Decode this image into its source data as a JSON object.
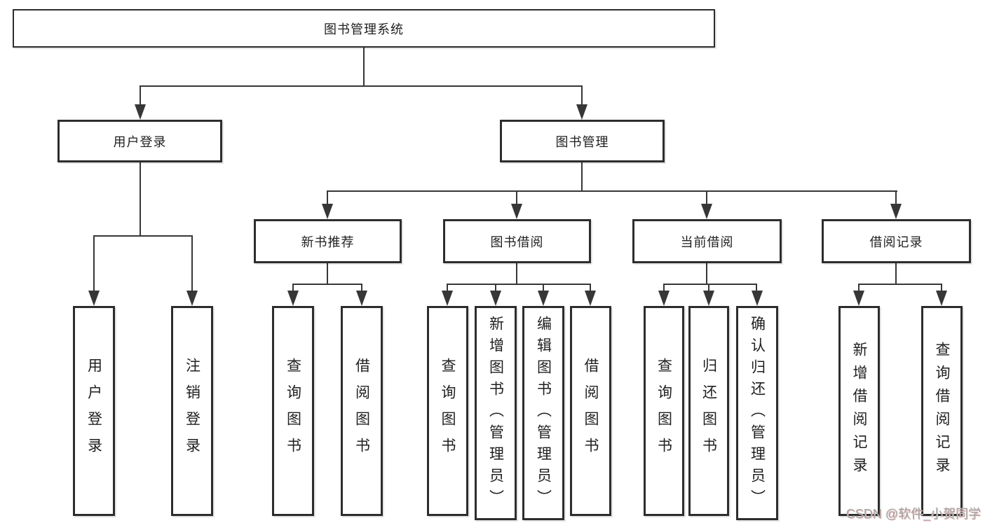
{
  "watermark": "CSDN @软件_小贺同学",
  "colors": {
    "background": "#ffffff",
    "line": "#373737",
    "border": "#2d2d2d",
    "box_fill": "#ffffff",
    "text": "#1f1f1f",
    "watermark_text": "#a6a6a6",
    "watermark_shadow": "#e5b6b6"
  },
  "nodes": {
    "root": "图书管理系统",
    "user_login": "用户登录",
    "book_management": "图书管理",
    "new_book_recommend": "新书推荐",
    "book_borrow": "图书借阅",
    "current_borrow": "当前借阅",
    "borrow_record": "借阅记录",
    "leaf_user_login": "用户登录",
    "leaf_logout": "注销登录",
    "leaf_nr_query_book": "查询图书",
    "leaf_nr_borrow_book": "借阅图书",
    "leaf_bb_query_book": "查询图书",
    "leaf_bb_add_book": "新增图书（管理员）",
    "leaf_bb_edit_book": "编辑图书（管理员）",
    "leaf_bb_borrow_book": "借阅图书",
    "leaf_cb_query_book": "查询图书",
    "leaf_cb_return_book": "归还图书",
    "leaf_cb_confirm_return": "确认归还（管理员）",
    "leaf_br_add_record": "新增借阅记录",
    "leaf_br_query_record": "查询借阅记录"
  },
  "tree": {
    "root": "图书管理系统",
    "children": [
      {
        "label": "用户登录",
        "children": [
          "用户登录",
          "注销登录"
        ]
      },
      {
        "label": "图书管理",
        "children": [
          {
            "label": "新书推荐",
            "children": [
              "查询图书",
              "借阅图书"
            ]
          },
          {
            "label": "图书借阅",
            "children": [
              "查询图书",
              "新增图书（管理员）",
              "编辑图书（管理员）",
              "借阅图书"
            ]
          },
          {
            "label": "当前借阅",
            "children": [
              "查询图书",
              "归还图书",
              "确认归还（管理员）"
            ]
          },
          {
            "label": "借阅记录",
            "children": [
              "新增借阅记录",
              "查询借阅记录"
            ]
          }
        ]
      }
    ]
  }
}
